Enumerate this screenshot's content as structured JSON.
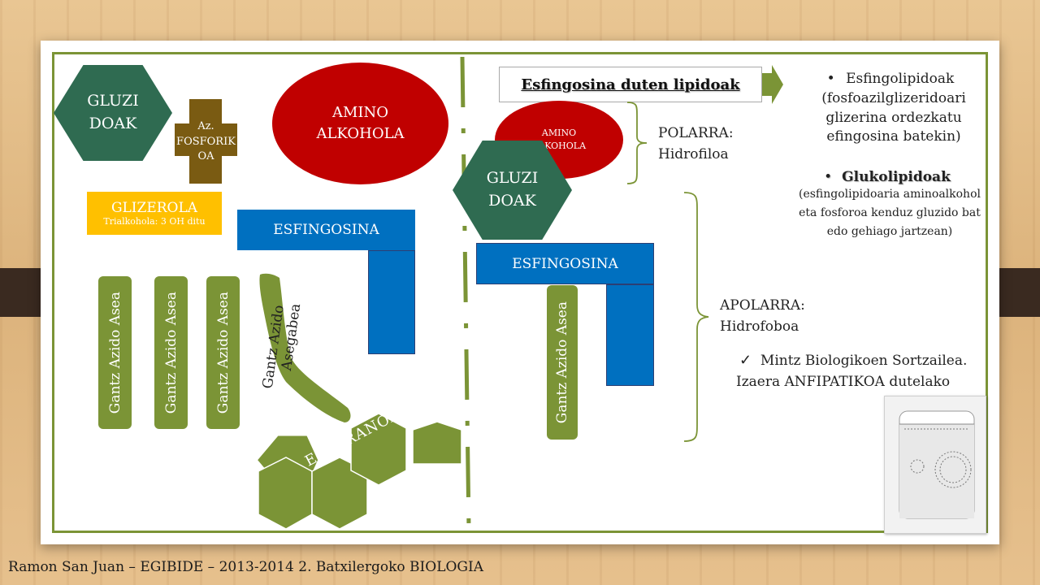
{
  "left": {
    "glucide_hex": {
      "line1": "GLUZI",
      "line2": "DOAK"
    },
    "phosphoric_cross": {
      "line1": "Az.",
      "line2": "FOSFORIK",
      "line3": "OA"
    },
    "amino_alcohol": {
      "line1": "AMINO",
      "line2": "ALKOHOLA"
    },
    "glycerol": {
      "title": "GLIZEROLA",
      "subtitle": "Trialkohola: 3 OH ditu"
    },
    "sphingosine": "ESFINGOSINA",
    "fatty_acids": [
      "Gantz Azido Asea",
      "Gantz Azido Asea",
      "Gantz Azido Asea"
    ],
    "unsaturated_acid": {
      "line1": "Gantz Azido",
      "line2": "Asegabea"
    },
    "steroid": "ESTERANOA"
  },
  "right": {
    "header": "Esfingosina duten lipidoak",
    "amino_alcohol_small": {
      "line1": "AMINO",
      "line2": "ALKOHOLA"
    },
    "glucide_hex": {
      "line1": "GLUZI",
      "line2": "DOAK"
    },
    "sphingosine": "ESFINGOSINA",
    "fatty_acid": "Gantz Azido Asea",
    "polar": {
      "line1": "POLARRA:",
      "line2": "Hidrofiloa"
    },
    "apolar": {
      "line1": "APOLARRA:",
      "line2": "Hidrofoboa"
    },
    "bullets": [
      {
        "title": "Esfingolipidoak",
        "body": "(fosfoazilglizeridoari glizerina ordezkatu efingosina batekin)"
      },
      {
        "title": "Glukolipidoak",
        "body": "(esfingolipidoaria aminoalkohol eta fosforoa kenduz gluzido bat edo gehiago jartzean)"
      }
    ],
    "check_mark": "✓",
    "membrane_line1": "Mintz Biologikoen Sortzailea.",
    "membrane_line2": "Izaera ANFIPATIKOA dutelako"
  },
  "footer": "Ramon San Juan – EGIBIDE – 2013-2014 2. Batxilergoko BIOLOGIA",
  "colors": {
    "green_dark": "#2f6b51",
    "olive": "#7b9436",
    "red": "#c00000",
    "blue": "#0070c0",
    "brown": "#7a5b12",
    "gold": "#ffc000"
  }
}
